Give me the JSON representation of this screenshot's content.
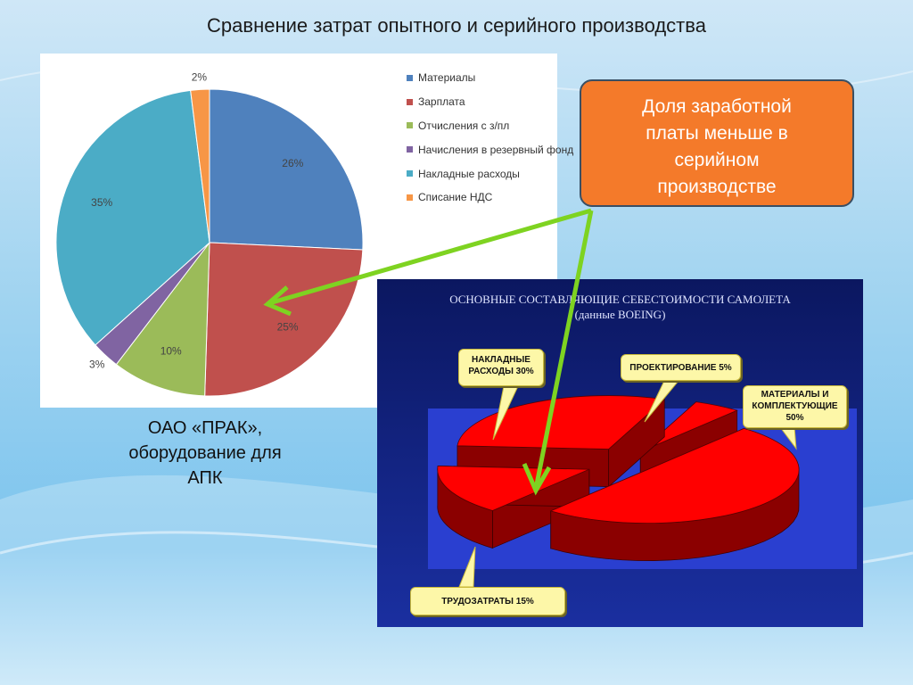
{
  "slide": {
    "title": "Сравнение затрат опытного и серийного производства",
    "company": [
      "ОАО «ПРАК»,",
      "оборудование для",
      "АПК"
    ],
    "callout": [
      "Доля заработной",
      "платы меньше в",
      "серийном",
      "производстве"
    ]
  },
  "chart_data": [
    {
      "type": "pie",
      "title": "",
      "legend_position": "right",
      "categories": [
        "Материалы",
        "Зарплата",
        "Отчисления с з/пл",
        "Начисления в резервный фонд",
        "Накладные расходы",
        "Списание НДС"
      ],
      "values": [
        26,
        25,
        10,
        3,
        35,
        2
      ],
      "labels": [
        "26%",
        "25%",
        "10%",
        "3%",
        "35%",
        "2%"
      ],
      "colors": [
        "#4f81bd",
        "#c0504d",
        "#9bbb59",
        "#8064a2",
        "#4bacc6",
        "#f79646"
      ]
    },
    {
      "type": "pie",
      "title": [
        "ОСНОВНЫЕ СОСТАВЛЯЮЩИЕ СЕБЕСТОИМОСТИ САМОЛЕТА",
        "(данные BOEING)"
      ],
      "style": "3d-exploded",
      "categories": [
        "НАКЛАДНЫЕ РАСХОДЫ",
        "ПРОЕКТИРОВАНИЕ",
        "МАТЕРИАЛЫ И КОМПЛЕКТУЮЩИЕ",
        "ТРУДОЗАТРАТЫ"
      ],
      "values": [
        30,
        5,
        50,
        15
      ],
      "annotations": [
        [
          "НАКЛАДНЫЕ",
          "РАСХОДЫ 30%"
        ],
        [
          "ПРОЕКТИРОВАНИЕ 5%"
        ],
        [
          "МАТЕРИАЛЫ И",
          "КОМПЛЕКТУЮЩИЕ",
          "50%"
        ],
        [
          "ТРУДОЗАТРАТЫ 15%"
        ]
      ],
      "colors": {
        "top": "#ff0000",
        "side": "#8b0000",
        "plot_bg": "#2a3fd0"
      }
    }
  ]
}
